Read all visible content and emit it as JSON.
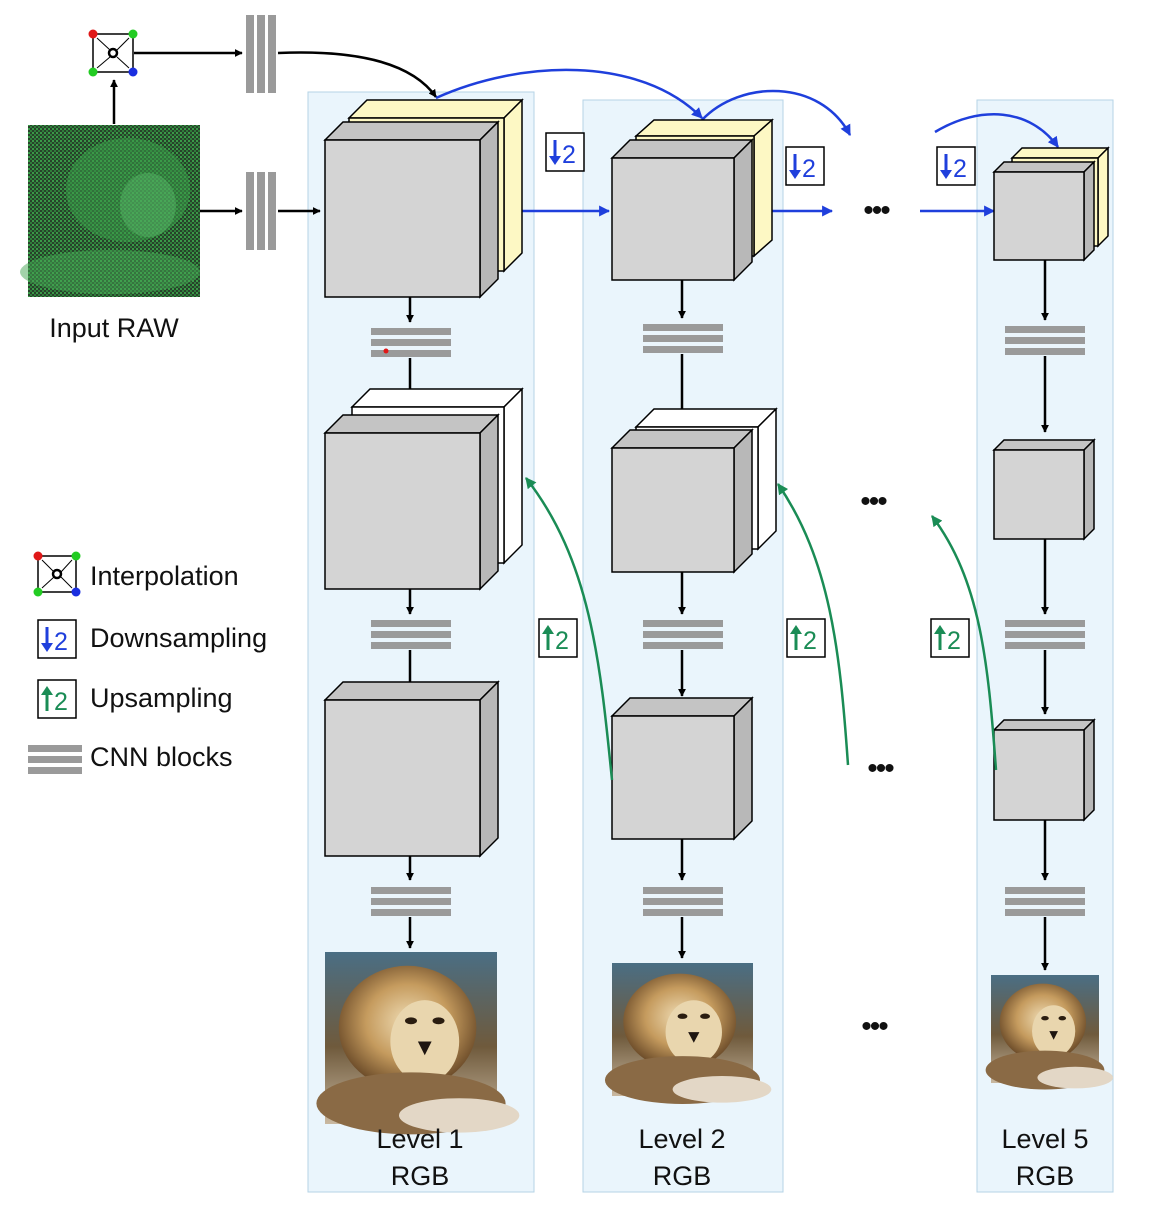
{
  "input": {
    "label": "Input RAW"
  },
  "legend": {
    "interpolation": "Interpolation",
    "downsampling": "Downsampling",
    "upsampling": "Upsampling",
    "cnn_blocks": "CNN blocks"
  },
  "levels": [
    {
      "name": "Level 1",
      "output": "RGB"
    },
    {
      "name": "Level 2",
      "output": "RGB"
    },
    {
      "name": "Level 5",
      "output": "RGB"
    }
  ],
  "badges": {
    "down": "2",
    "up": "2"
  },
  "ellipsis": "•••",
  "colors": {
    "column_bg": "#eaf5fc",
    "column_border": "#b5d3e6",
    "block_face": "#d4d4d4",
    "feature_yellow": "#fdf8c4",
    "cnn_bar": "#9a9a9a",
    "down_arrow": "#1f3fdc",
    "up_arrow": "#1a8c55",
    "raw_green": "#2f8a3e"
  }
}
